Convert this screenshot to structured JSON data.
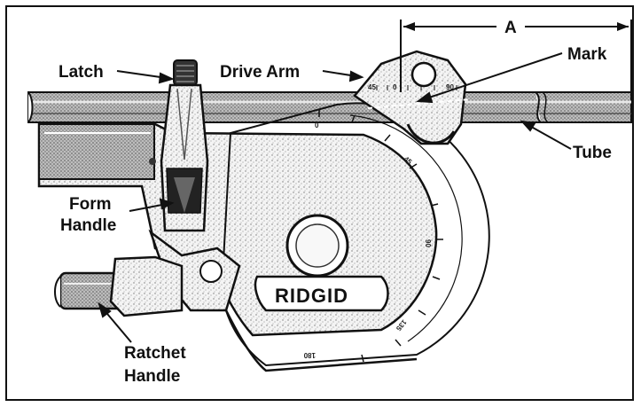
{
  "labels": {
    "latch": "Latch",
    "drive_arm": "Drive Arm",
    "mark": "Mark",
    "dimension": "A",
    "tube": "Tube",
    "form_handle_line1": "Form",
    "form_handle_line2": "Handle",
    "ratchet_handle_line1": "Ratchet",
    "ratchet_handle_line2": "Handle"
  },
  "brand": "RIDGID",
  "scale_marks": {
    "arm_45": "45",
    "arm_0": "0",
    "arm_90": "90",
    "wheel_0": "0",
    "wheel_45": "45",
    "wheel_90": "90",
    "wheel_135": "135",
    "wheel_180": "180"
  }
}
